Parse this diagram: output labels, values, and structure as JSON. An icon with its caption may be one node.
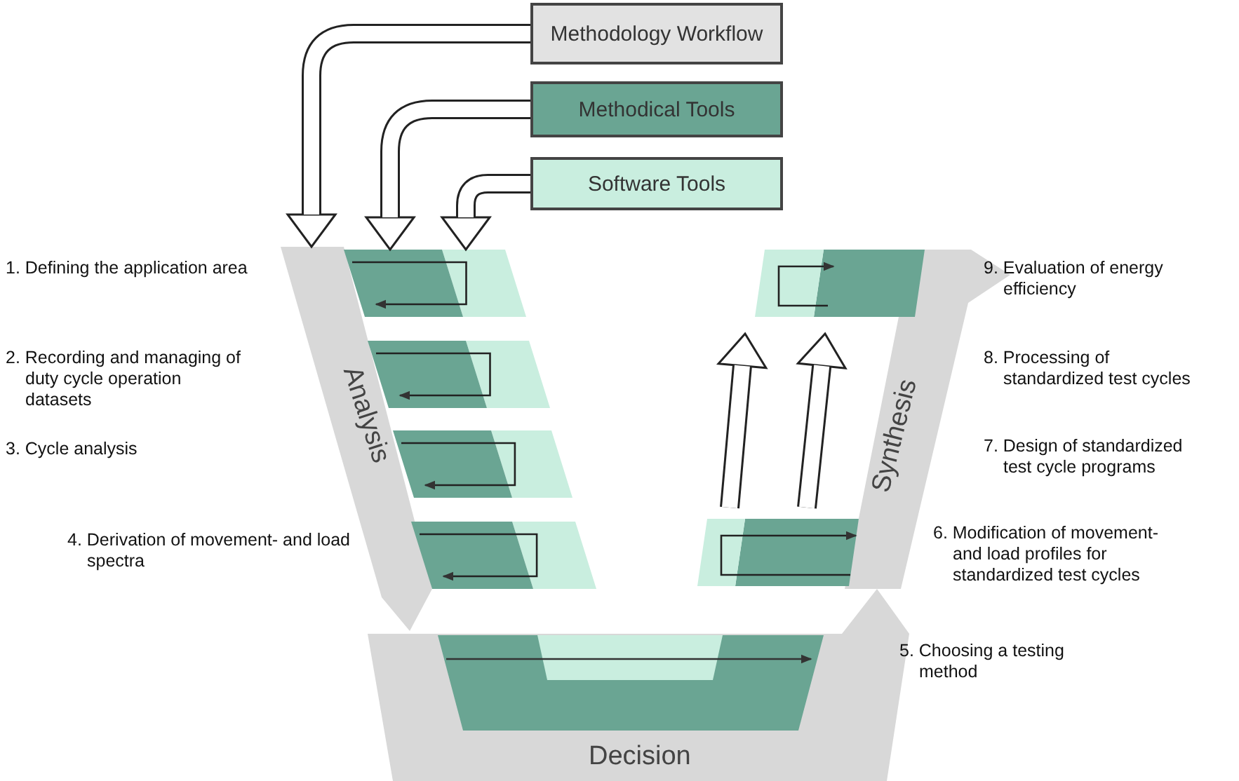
{
  "diagram": {
    "nodes": [
      {
        "text": [
          "Methodology Workflow"
        ]
      },
      {
        "text": [
          "Methodical Tools"
        ]
      },
      {
        "text": [
          "Software Tools"
        ]
      },
      {
        "text": [
          "Analysis"
        ]
      },
      {
        "text": [],
        "shape": "box"
      },
      {
        "text": [],
        "shape": "box"
      },
      {
        "text": [],
        "shape": "box"
      },
      {
        "text": [],
        "shape": "box"
      },
      {
        "text": [
          "Decision"
        ]
      },
      {
        "text": [],
        "shape": "box",
        "in": 8
      },
      {
        "text": [
          "Synthesis"
        ]
      },
      {
        "text": [],
        "shape": "box"
      },
      {
        "text": [],
        "shape": "box"
      }
    ],
    "edges": [
      {
        "from": 0,
        "to": 3,
        "arrow": "to",
        "style": "thick"
      },
      {
        "from": 1,
        "to": 4,
        "arrow": "to",
        "style": "thick"
      },
      {
        "from": 2,
        "to": 4,
        "arrow": "to",
        "style": "thick"
      },
      {
        "from": 11,
        "to": 12,
        "arrow": "to",
        "style": "thick"
      },
      {
        "from": 11,
        "to": 12,
        "arrow": "to",
        "style": "thick"
      },
      {
        "from": 4,
        "to": 4,
        "arrow": "to"
      },
      {
        "from": 5,
        "to": 5,
        "arrow": "to"
      },
      {
        "from": 6,
        "to": 6,
        "arrow": "to"
      },
      {
        "from": 7,
        "to": 7,
        "arrow": "to"
      },
      {
        "from": 11,
        "to": 11,
        "arrow": "to"
      },
      {
        "from": 12,
        "to": 12,
        "arrow": "to"
      }
    ],
    "labels": [
      "1. Defining the application area",
      "9. Evaluation of energy efficiency",
      "2. Recording and managing of duty cycle operation datasets",
      "8. Processing of standardized test cycles",
      "3. Cycle analysis",
      "7. Design of standardized test cycle programs",
      "4. Derivation of movement- and load spectra",
      "6. Modification of movement- and load profiles for standardized test cycles",
      "5. Choosing a testing method"
    ]
  }
}
